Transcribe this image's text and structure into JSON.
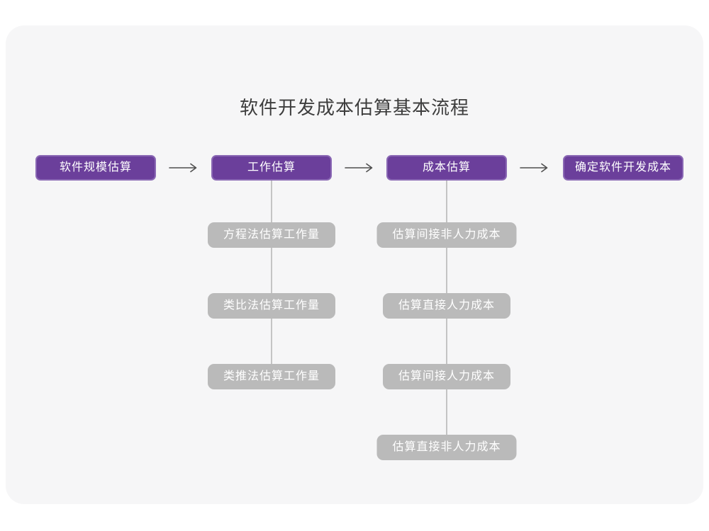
{
  "title": "软件开发成本估算基本流程",
  "colors": {
    "accent": "#6b3f9b",
    "accent_border": "#8a68b4",
    "gray_box": "#bababa",
    "card_bg": "#f6f6f7",
    "line": "#c4c4c4",
    "arrow": "#4f4f4f",
    "title_color": "#3d3d3d",
    "box_text": "#ffffff"
  },
  "flow": {
    "main_steps": [
      {
        "label": "软件规模估算"
      },
      {
        "label": "工作估算"
      },
      {
        "label": "成本估算"
      },
      {
        "label": "确定软件开发成本"
      }
    ],
    "work_substeps": [
      {
        "label": "方程法估算工作量"
      },
      {
        "label": "类比法估算工作量"
      },
      {
        "label": "类推法估算工作量"
      }
    ],
    "cost_substeps": [
      {
        "label": "估算间接非人力成本"
      },
      {
        "label": "估算直接人力成本"
      },
      {
        "label": "估算间接人力成本"
      },
      {
        "label": "估算直接非人力成本"
      }
    ]
  }
}
